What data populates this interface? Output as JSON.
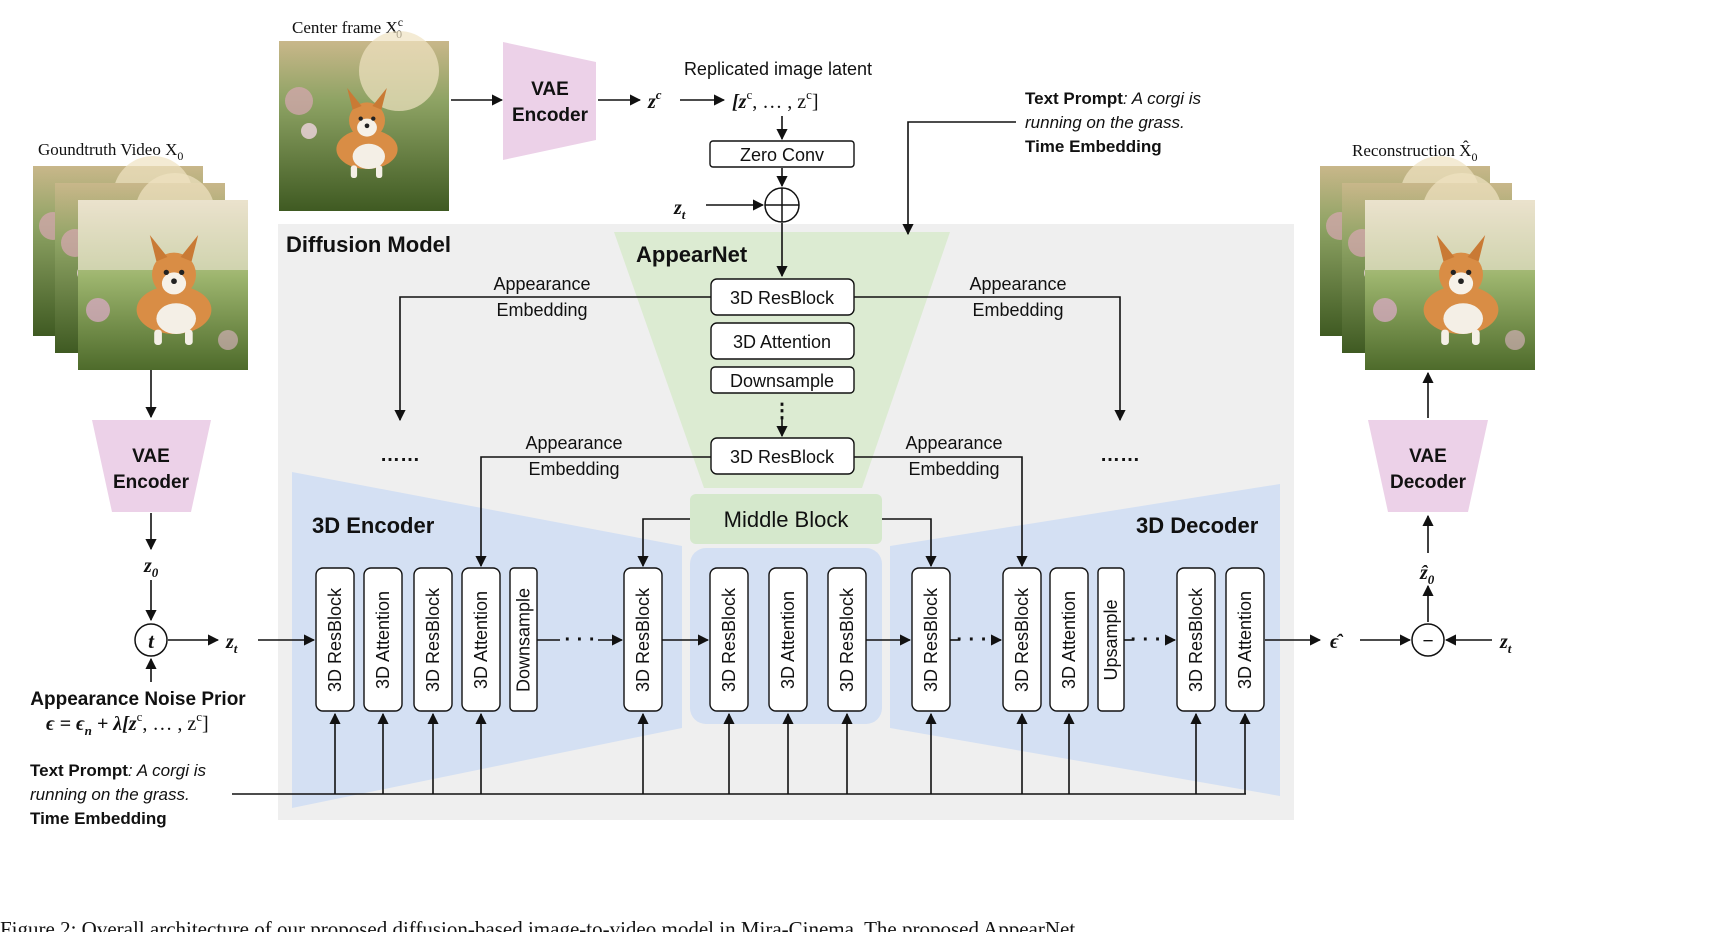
{
  "labels": {
    "center_frame": "Center frame X",
    "center_frame_sup": "c",
    "center_frame_sub": "0",
    "vae_encoder_top_1": "VAE",
    "vae_encoder_top_2": "Encoder",
    "z_c": "z",
    "z_c_sup": "c",
    "replicated_title": "Replicated image latent",
    "replicated_expr": "[z",
    "replicated_sup1": "c",
    "replicated_mid": ", … , z",
    "replicated_sup2": "c",
    "replicated_close": "]",
    "zero_conv": "Zero Conv",
    "z_t_top": "z",
    "z_t_top_sub": "t",
    "text_prompt_top_bold": "Text Prompt",
    "text_prompt_top_rest": ": A corgi is",
    "text_prompt_top_line2": "running on the grass.",
    "time_embedding_top": "Time Embedding",
    "groundtruth_video": "Goundtruth Video X",
    "groundtruth_sub": "0",
    "reconstruction": "Reconstruction X̂",
    "reconstruction_sub": "0",
    "diffusion_model": "Diffusion Model",
    "appearnet": "AppearNet",
    "app_resblock_1": "3D ResBlock",
    "app_attention": "3D Attention",
    "app_downsample": "Downsample",
    "app_dots": "⋮",
    "app_resblock_2": "3D ResBlock",
    "appearance_embedding_l1_a": "Appearance",
    "appearance_embedding_l1_b": "Embedding",
    "appearance_embedding_r1_a": "Appearance",
    "appearance_embedding_r1_b": "Embedding",
    "appearance_embedding_l2_a": "Appearance",
    "appearance_embedding_l2_b": "Embedding",
    "appearance_embedding_r2_a": "Appearance",
    "appearance_embedding_r2_b": "Embedding",
    "dots_left": "……",
    "dots_right": "……",
    "middle_block": "Middle Block",
    "encoder_3d": "3D Encoder",
    "decoder_3d": "3D Decoder",
    "vae_encoder_left_1": "VAE",
    "vae_encoder_left_2": "Encoder",
    "vae_decoder_1": "VAE",
    "vae_decoder_2": "Decoder",
    "z0": "z",
    "z0_sub": "0",
    "t_circle": "t",
    "z_t_left": "z",
    "z_t_left_sub": "t",
    "noise_prior_title": "Appearance Noise Prior",
    "noise_prior_eq": "ϵ = ϵ",
    "noise_prior_eq_sub": "n",
    "noise_prior_eq_rest": " + λ[z",
    "noise_prior_sup1": "c",
    "noise_prior_mid": ", … , z",
    "noise_prior_sup2": "c",
    "noise_prior_close": "]",
    "text_prompt_bottom_bold": "Text Prompt",
    "text_prompt_bottom_rest": ": A corgi is",
    "text_prompt_bottom_line2": "running on the grass.",
    "time_embedding_bottom": "Time Embedding",
    "eps_hat": "ϵ̂",
    "z0_hat": "ẑ",
    "z0_hat_sub": "0",
    "minus": "−",
    "z_t_right": "z",
    "z_t_right_sub": "t",
    "dots_enc": "· · ·",
    "dots_dec1": "· · · ·",
    "dots_dec2": "· · · ·"
  },
  "blocks": {
    "enc_1": "3D ResBlock",
    "enc_2": "3D Attention",
    "enc_3": "3D ResBlock",
    "enc_4": "3D Attention",
    "enc_5": "Downsample",
    "enc_6": "3D ResBlock",
    "mid_1": "3D ResBlock",
    "mid_2": "3D Attention",
    "mid_3": "3D ResBlock",
    "dec_1": "3D ResBlock",
    "dec_2": "3D ResBlock",
    "dec_3": "3D Attention",
    "dec_4": "Upsample",
    "dec_5": "3D ResBlock",
    "dec_6": "3D Attention"
  },
  "caption": "Figure 2: Overall architecture of our proposed diffusion-based image-to-video model in Mira-Cinema. The proposed AppearNet",
  "colors": {
    "diffusion_bg": "#efefef",
    "appearnet_green": "#dcebd2",
    "middle_block_green": "#d5e8cc",
    "encoder_blue": "#d4e0f3",
    "vae_pink": "#ecd1e8",
    "stroke": "#111111"
  }
}
